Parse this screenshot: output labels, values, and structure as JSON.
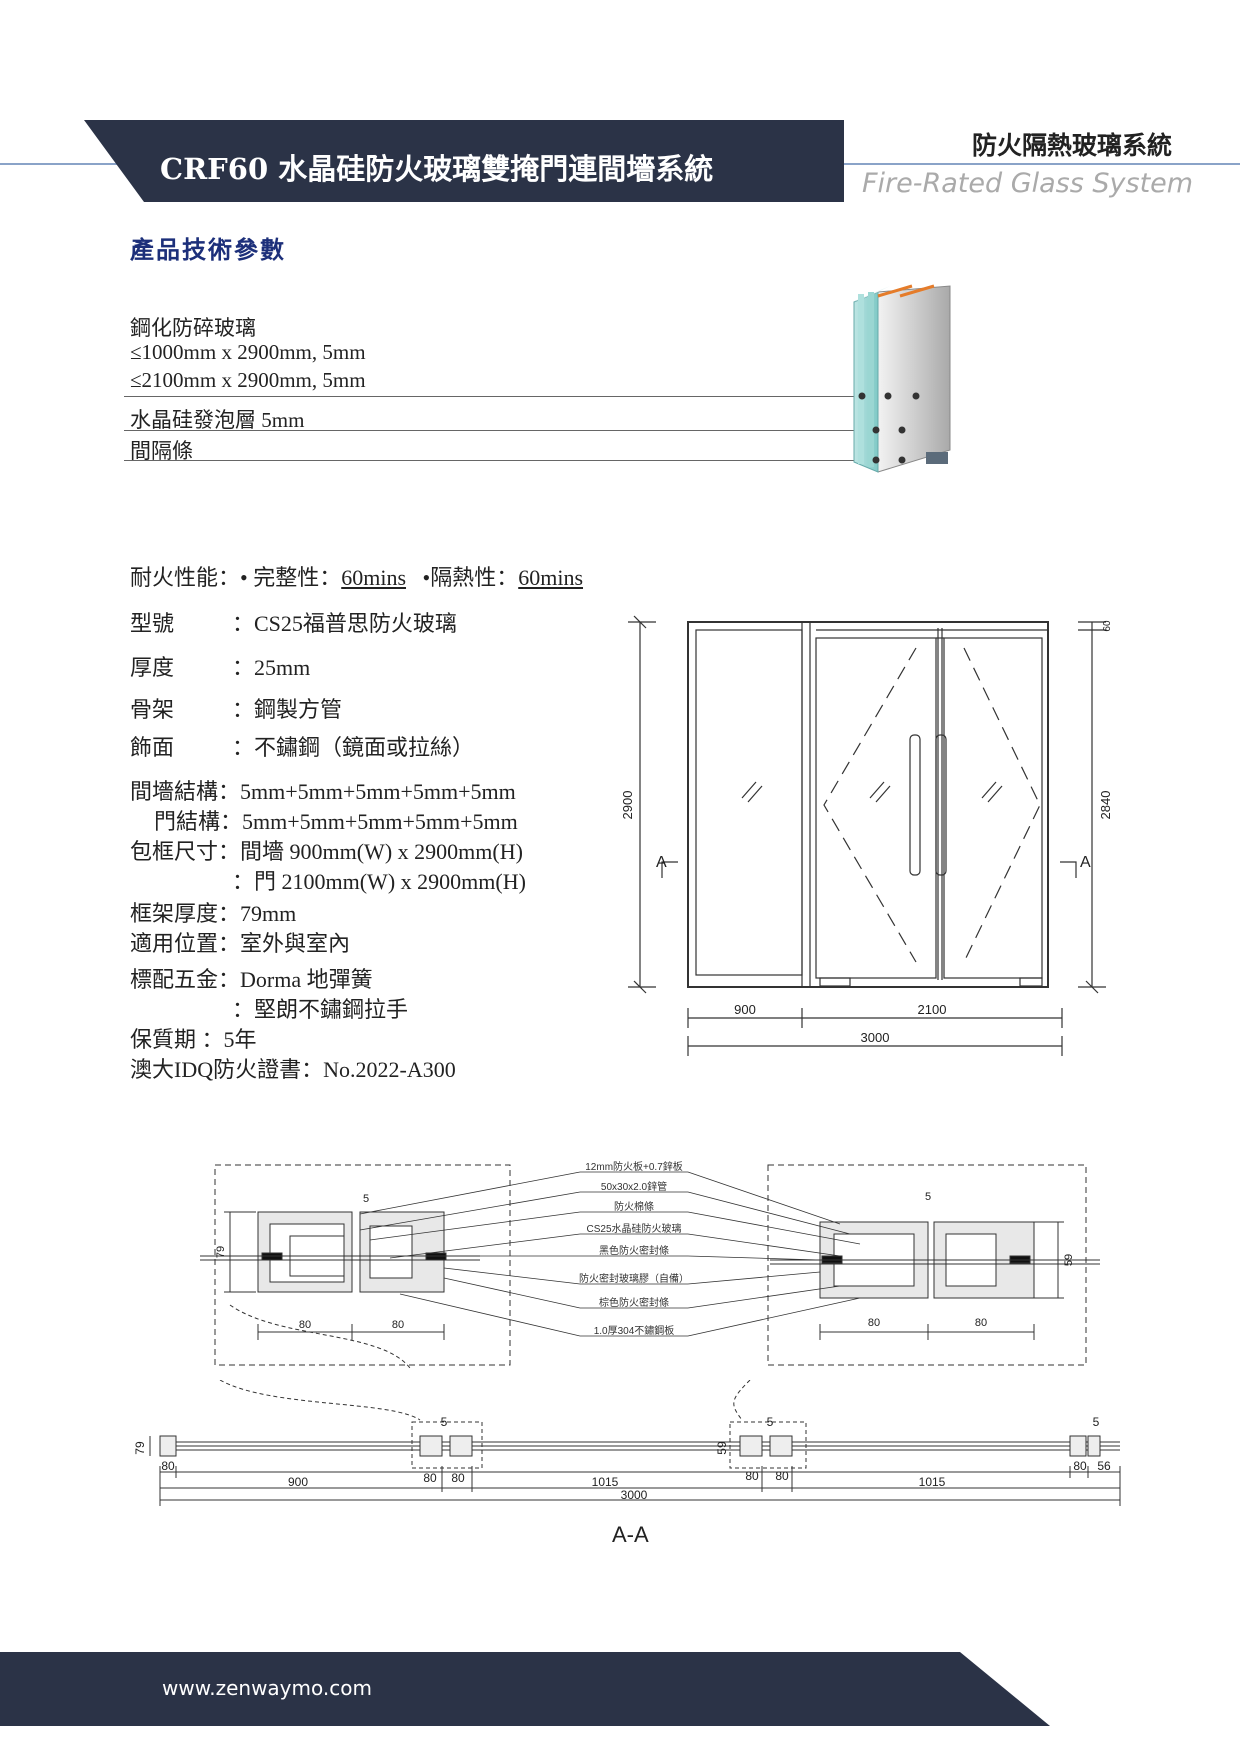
{
  "header": {
    "title": "CRF60 水晶硅防火玻璃雙掩門連間墻系統",
    "category": "防火隔熱玻璃系統",
    "subtitle": "Fire-Rated Glass System"
  },
  "section_title": "產品技術參數",
  "layers": {
    "glass_name": "鋼化防碎玻璃",
    "glass_size1": "≤1000mm x 2900mm, 5mm",
    "glass_size2": "≤2100mm x 2900mm, 5mm",
    "foam": "水晶硅發泡層 5mm",
    "spacer": "間隔條"
  },
  "fire": {
    "label": "耐火性能：",
    "integrity_label": "• 完整性：",
    "integrity_value": "60mins",
    "insulation_label": "•隔熱性：",
    "insulation_value": "60mins"
  },
  "specs": {
    "model_label": "型號",
    "model_value": "：CS25福普思防火玻璃",
    "thickness_label": "厚度",
    "thickness_value": "：25mm",
    "frame_label": "骨架",
    "frame_value": "：鋼製方管",
    "finish_label": "飾面",
    "finish_value": "：不鏽鋼（鏡面或拉絲）",
    "wall_structure": "間墻結構：5mm+5mm+5mm+5mm+5mm",
    "door_structure": "門結構：5mm+5mm+5mm+5mm+5mm",
    "frame_size_wall": "包框尺寸：間墻  900mm(W) x 2900mm(H)",
    "frame_size_door": "：門    2100mm(W) x 2900mm(H)",
    "frame_depth": "框架厚度：79mm",
    "application": "適用位置：室外與室內",
    "hardware1": "標配五金：Dorma 地彈簧",
    "hardware2": "：堅朗不鏽鋼拉手",
    "warranty": "保質期  ：5年",
    "certificate": "澳大IDQ防火證書：No.2022-A300"
  },
  "elevation": {
    "height_total": "2900",
    "height_door": "2840",
    "top_gap": "60",
    "width_wall": "900",
    "width_door": "2100",
    "width_total": "3000",
    "section_mark": "A"
  },
  "detail": {
    "labels": [
      "12mm防火板+0.7鋅板",
      "50x30x2.0鋅管",
      "防火棉條",
      "CS25水晶硅防火玻璃",
      "黑色防火密封條",
      "防火密封玻璃膠（自備）",
      "棕色防火密封條",
      "1.0厚304不鏽鋼板"
    ],
    "left_height": "79",
    "left_top_dim": "5",
    "left_w1": "80",
    "left_w2": "80",
    "right_height": "59",
    "right_top_dim": "5",
    "right_w1": "80",
    "right_w2": "80"
  },
  "plan": {
    "h79": "79",
    "h59": "59",
    "d5a": "5",
    "d5b": "5",
    "d5c": "5",
    "d80a": "80",
    "d80b": "80",
    "d80c": "80",
    "d80d": "80",
    "d80e": "80",
    "d80f": "80",
    "d56": "56",
    "d900": "900",
    "d1015a": "1015",
    "d1015b": "1015",
    "d3000": "3000",
    "section_title": "A-A"
  },
  "footer": {
    "website": "www.zenwaymo.com"
  },
  "colors": {
    "navy": "#2b3347",
    "title_blue": "#1c2f7a",
    "accent_line": "#8aa3c8"
  }
}
